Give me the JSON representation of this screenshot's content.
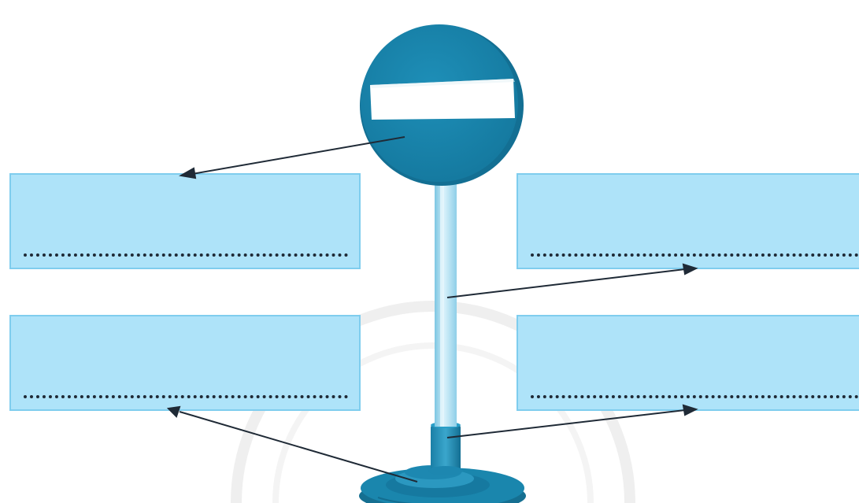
{
  "diagram": {
    "subject": "no-entry-road-sign",
    "colors": {
      "sign_blue": "#1a86ad",
      "sign_blue_dark": "#146f93",
      "pole_light": "#a8dcef",
      "box_fill": "#aee3f9",
      "box_border": "#7fcdee",
      "arrow": "#1f2a36",
      "watermark": "#efefef"
    },
    "label_boxes": [
      {
        "id": "top-left",
        "text": ""
      },
      {
        "id": "bottom-left",
        "text": ""
      },
      {
        "id": "top-right",
        "text": ""
      },
      {
        "id": "bottom-right",
        "text": ""
      }
    ],
    "arrows": [
      {
        "from": "sign-face",
        "to": "top-left"
      },
      {
        "from": "sign-pole",
        "to": "top-right"
      },
      {
        "from": "sign-base",
        "to": "bottom-left"
      },
      {
        "from": "pole-collar",
        "to": "bottom-right"
      }
    ]
  }
}
